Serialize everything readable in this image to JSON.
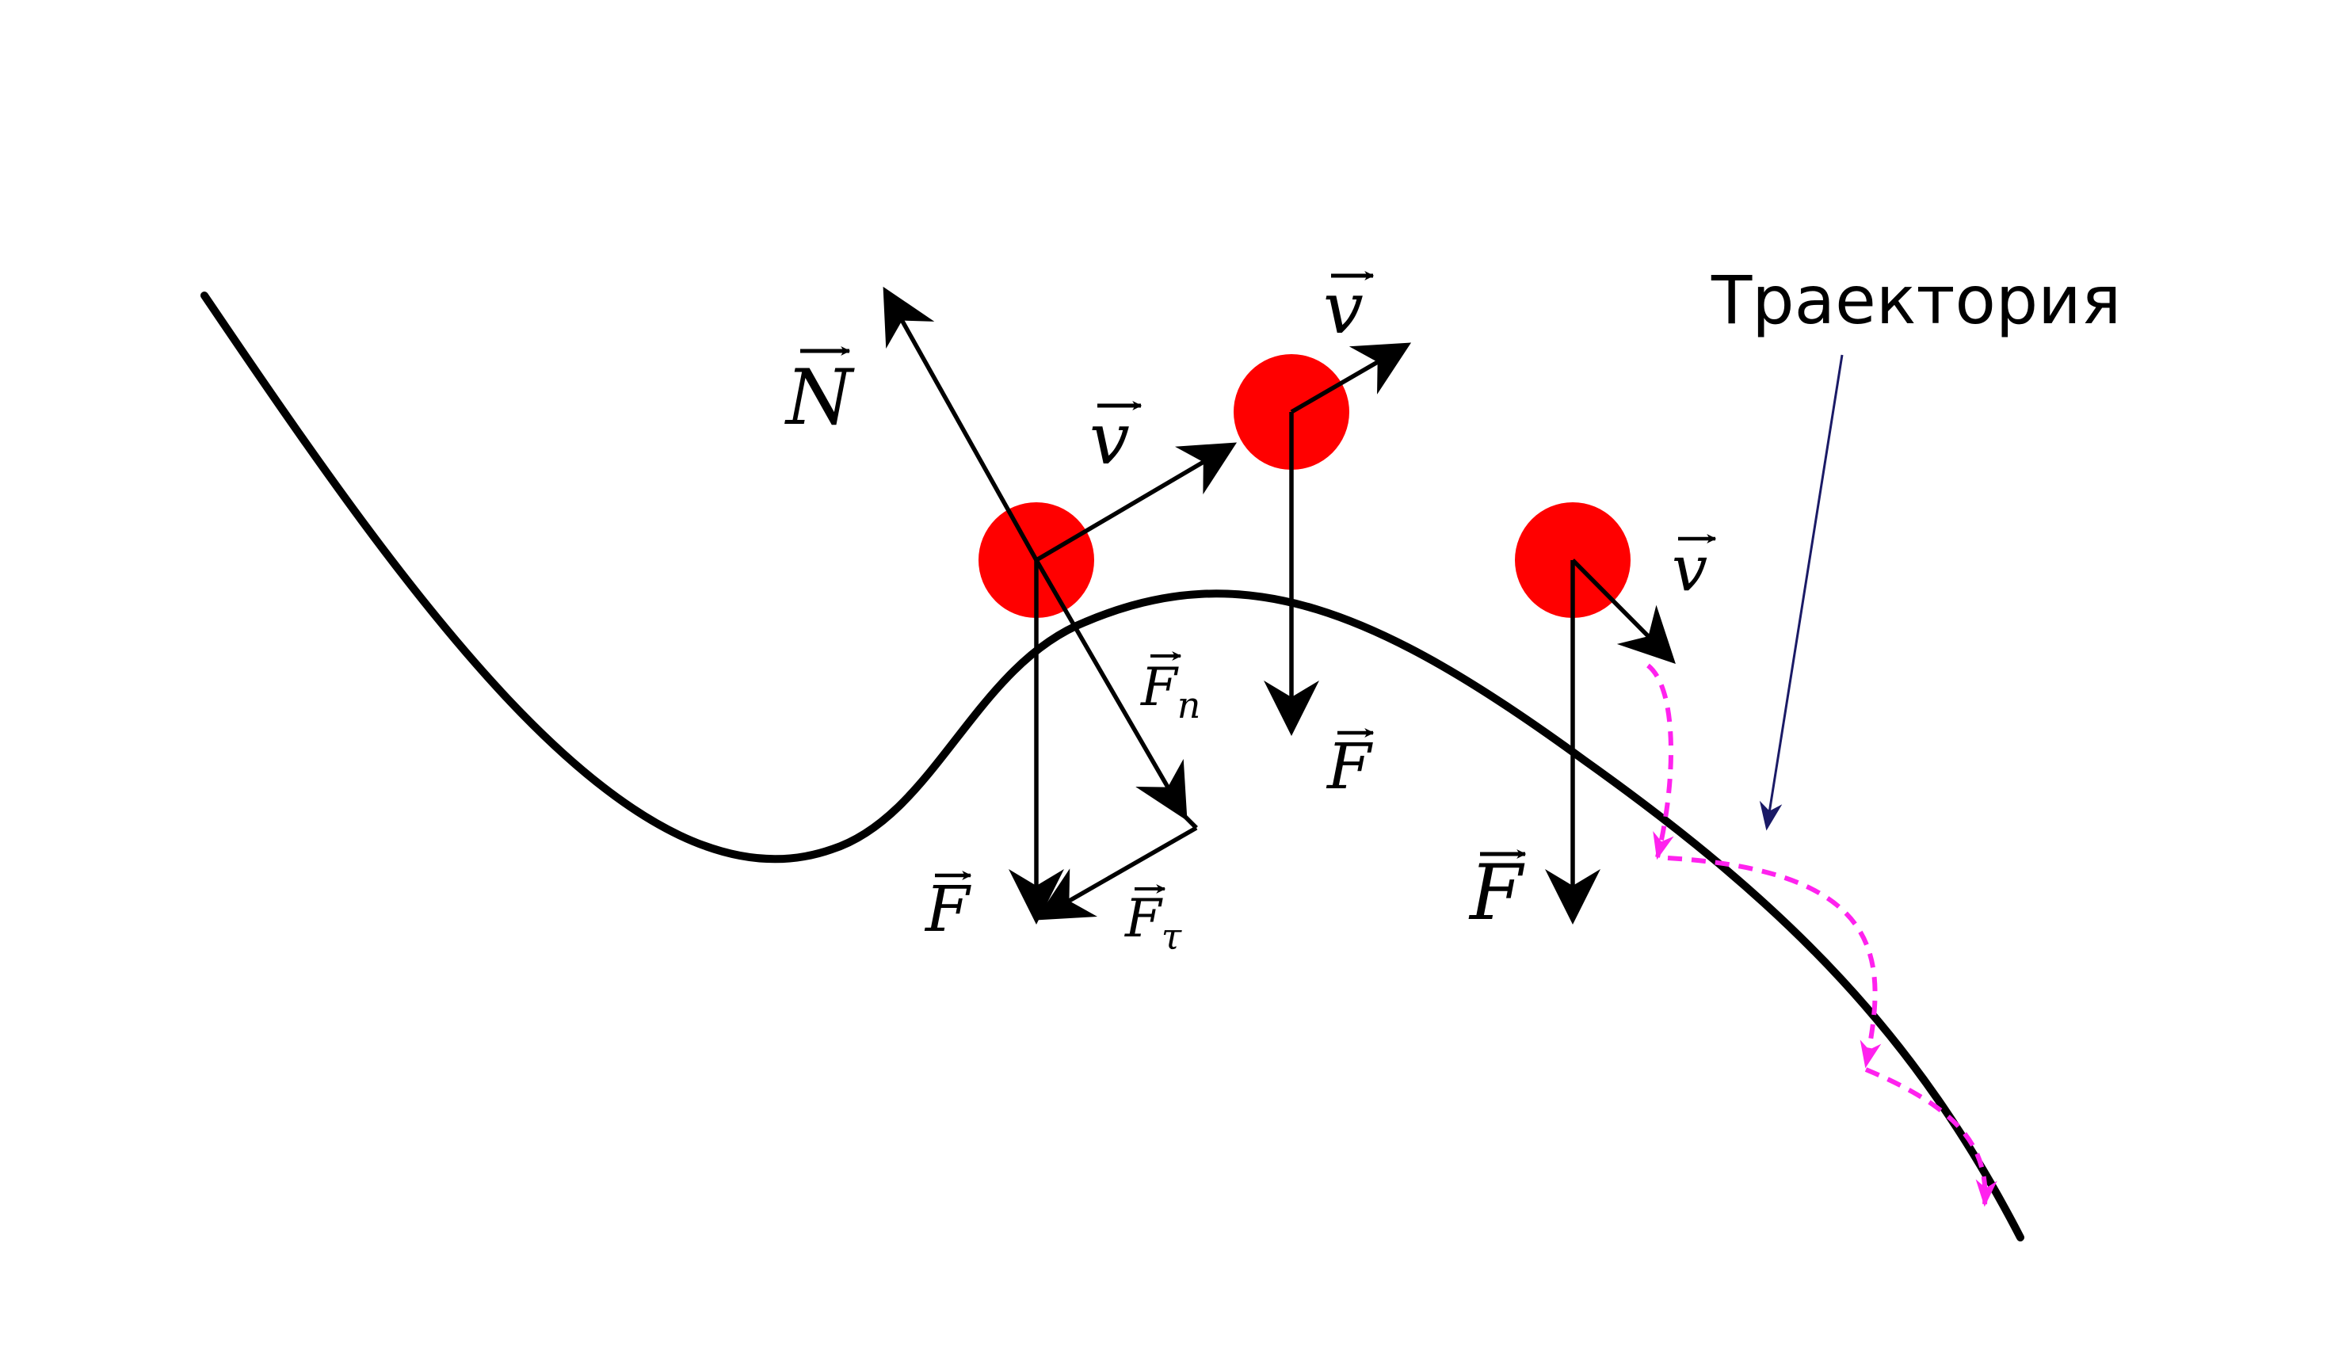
{
  "labels": {
    "normal_force": "N",
    "velocity": "v",
    "force": "F",
    "force_normal_main": "F",
    "force_normal_sub": "n",
    "force_tangent_main": "F",
    "force_tangent_sub": "τ",
    "trajectory": "Траектория"
  },
  "colors": {
    "ball": "#ff0000",
    "curve": "#000000",
    "vectors": "#000000",
    "trajectory": "#ff22ee",
    "pointer": "#1a1a66"
  }
}
